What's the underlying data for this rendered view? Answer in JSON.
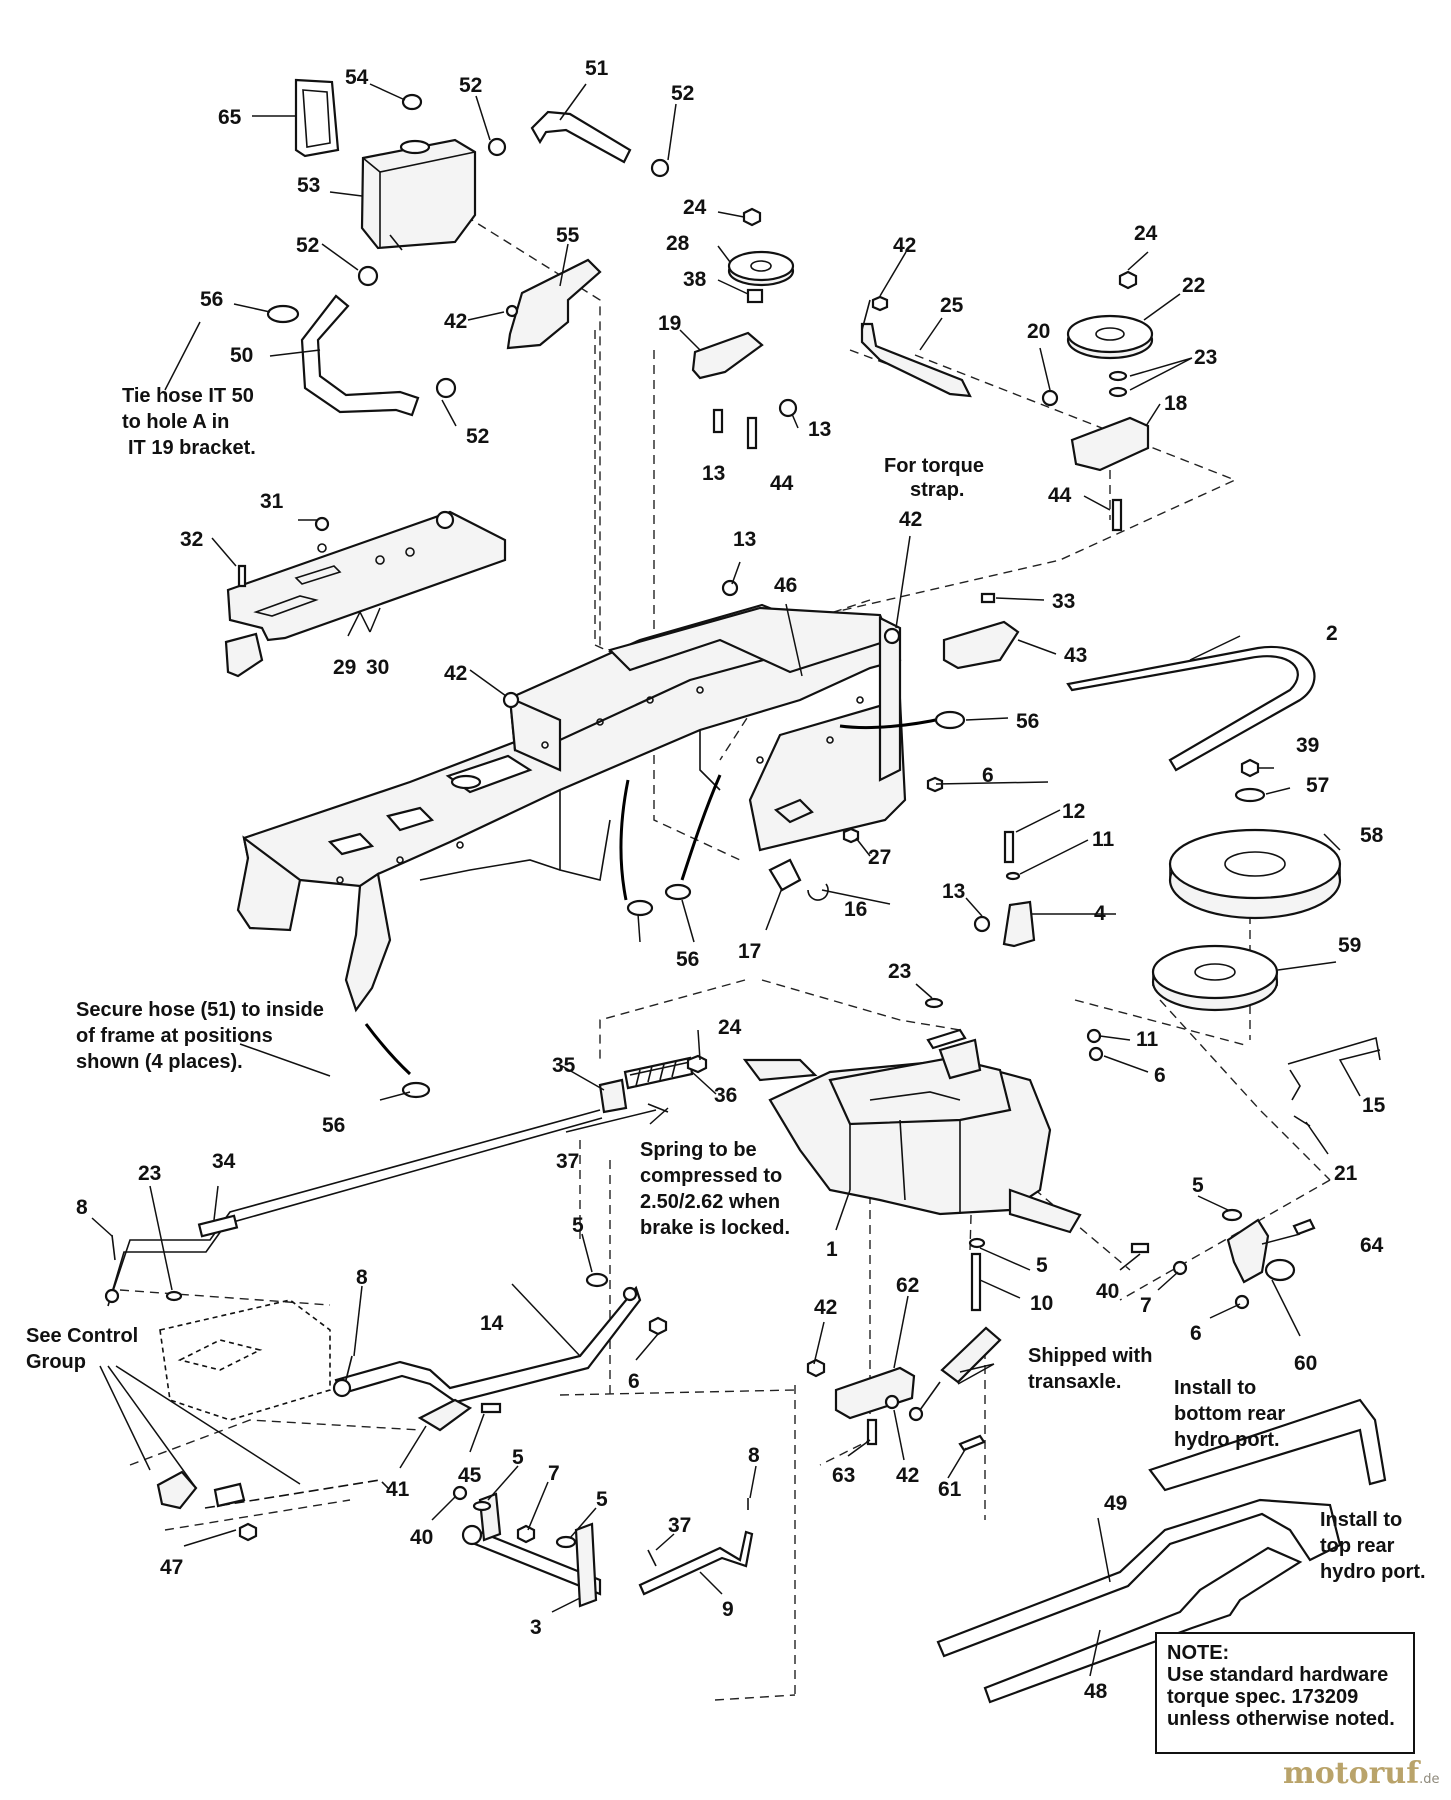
{
  "callouts": {
    "c65": "65",
    "c54": "54",
    "c52a": "52",
    "c51": "51",
    "c52b": "52",
    "c53": "53",
    "c24a": "24",
    "c28": "28",
    "c38": "38",
    "c19": "19",
    "c13a": "13",
    "c13b": "13",
    "c44a": "44",
    "c42a": "42",
    "c25": "25",
    "c24b": "24",
    "c22": "22",
    "c20": "20",
    "c23a": "23",
    "c18": "18",
    "c44b": "44",
    "c52c": "52",
    "c56a": "56",
    "c50": "50",
    "c52d": "52",
    "c55": "55",
    "c42b": "42",
    "c31": "31",
    "c32": "32",
    "c29": "29",
    "c30": "30",
    "c13c": "13",
    "c46": "46",
    "c42c": "42",
    "c33": "33",
    "c43": "43",
    "c2": "2",
    "c42d": "42",
    "c56b": "56",
    "c39": "39",
    "c57": "57",
    "c6a": "6",
    "c58": "58",
    "c12": "12",
    "c11a": "11",
    "c27": "27",
    "c13d": "13",
    "c4": "4",
    "c16": "16",
    "c17": "17",
    "c56c": "56",
    "c59": "59",
    "c23b": "23",
    "c24c": "24",
    "c35": "35",
    "c36": "36",
    "c11b": "11",
    "c6b": "6",
    "c15": "15",
    "c21": "21",
    "c56d": "56",
    "c37a": "37",
    "c34": "34",
    "c23c": "23",
    "c8a": "8",
    "c1": "1",
    "c5a": "5",
    "c64": "64",
    "c5b": "5",
    "c10": "10",
    "c40a": "40",
    "c7a": "7",
    "c6c": "6",
    "c60": "60",
    "c5c": "5",
    "c8b": "8",
    "c14": "14",
    "c6d": "6",
    "c42e": "42",
    "c62": "62",
    "c63": "63",
    "c42f": "42",
    "c61": "61",
    "c41": "41",
    "c45": "45",
    "c5d": "5",
    "c7b": "7",
    "c40b": "40",
    "c5e": "5",
    "c37b": "37",
    "c8c": "8",
    "c47": "47",
    "c9": "9",
    "c3": "3",
    "c49": "49",
    "c48": "48"
  },
  "notes": {
    "tie_hose": [
      "Tie hose IT 50",
      "to hole A in",
      "IT 19 bracket."
    ],
    "torque_strap": [
      "For torque",
      "strap."
    ],
    "secure_hose": [
      "Secure hose (51) to inside",
      "of frame at positions",
      "shown (4 places)."
    ],
    "spring": [
      "Spring to be",
      "compressed to",
      "2.50/2.62 when",
      "brake is locked."
    ],
    "control_group": [
      "See Control",
      "Group"
    ],
    "shipped": [
      "Shipped with",
      "transaxle."
    ],
    "bottom_port": [
      "Install to",
      "bottom rear",
      "hydro port."
    ],
    "top_port": [
      "Install to",
      "top rear",
      "hydro port."
    ]
  },
  "note_box": {
    "heading": "NOTE:",
    "lines": [
      "Use standard hardware",
      "torque spec. 173209",
      "unless otherwise noted."
    ]
  },
  "watermark": {
    "brand": "motoruf",
    "suffix": ".de"
  }
}
